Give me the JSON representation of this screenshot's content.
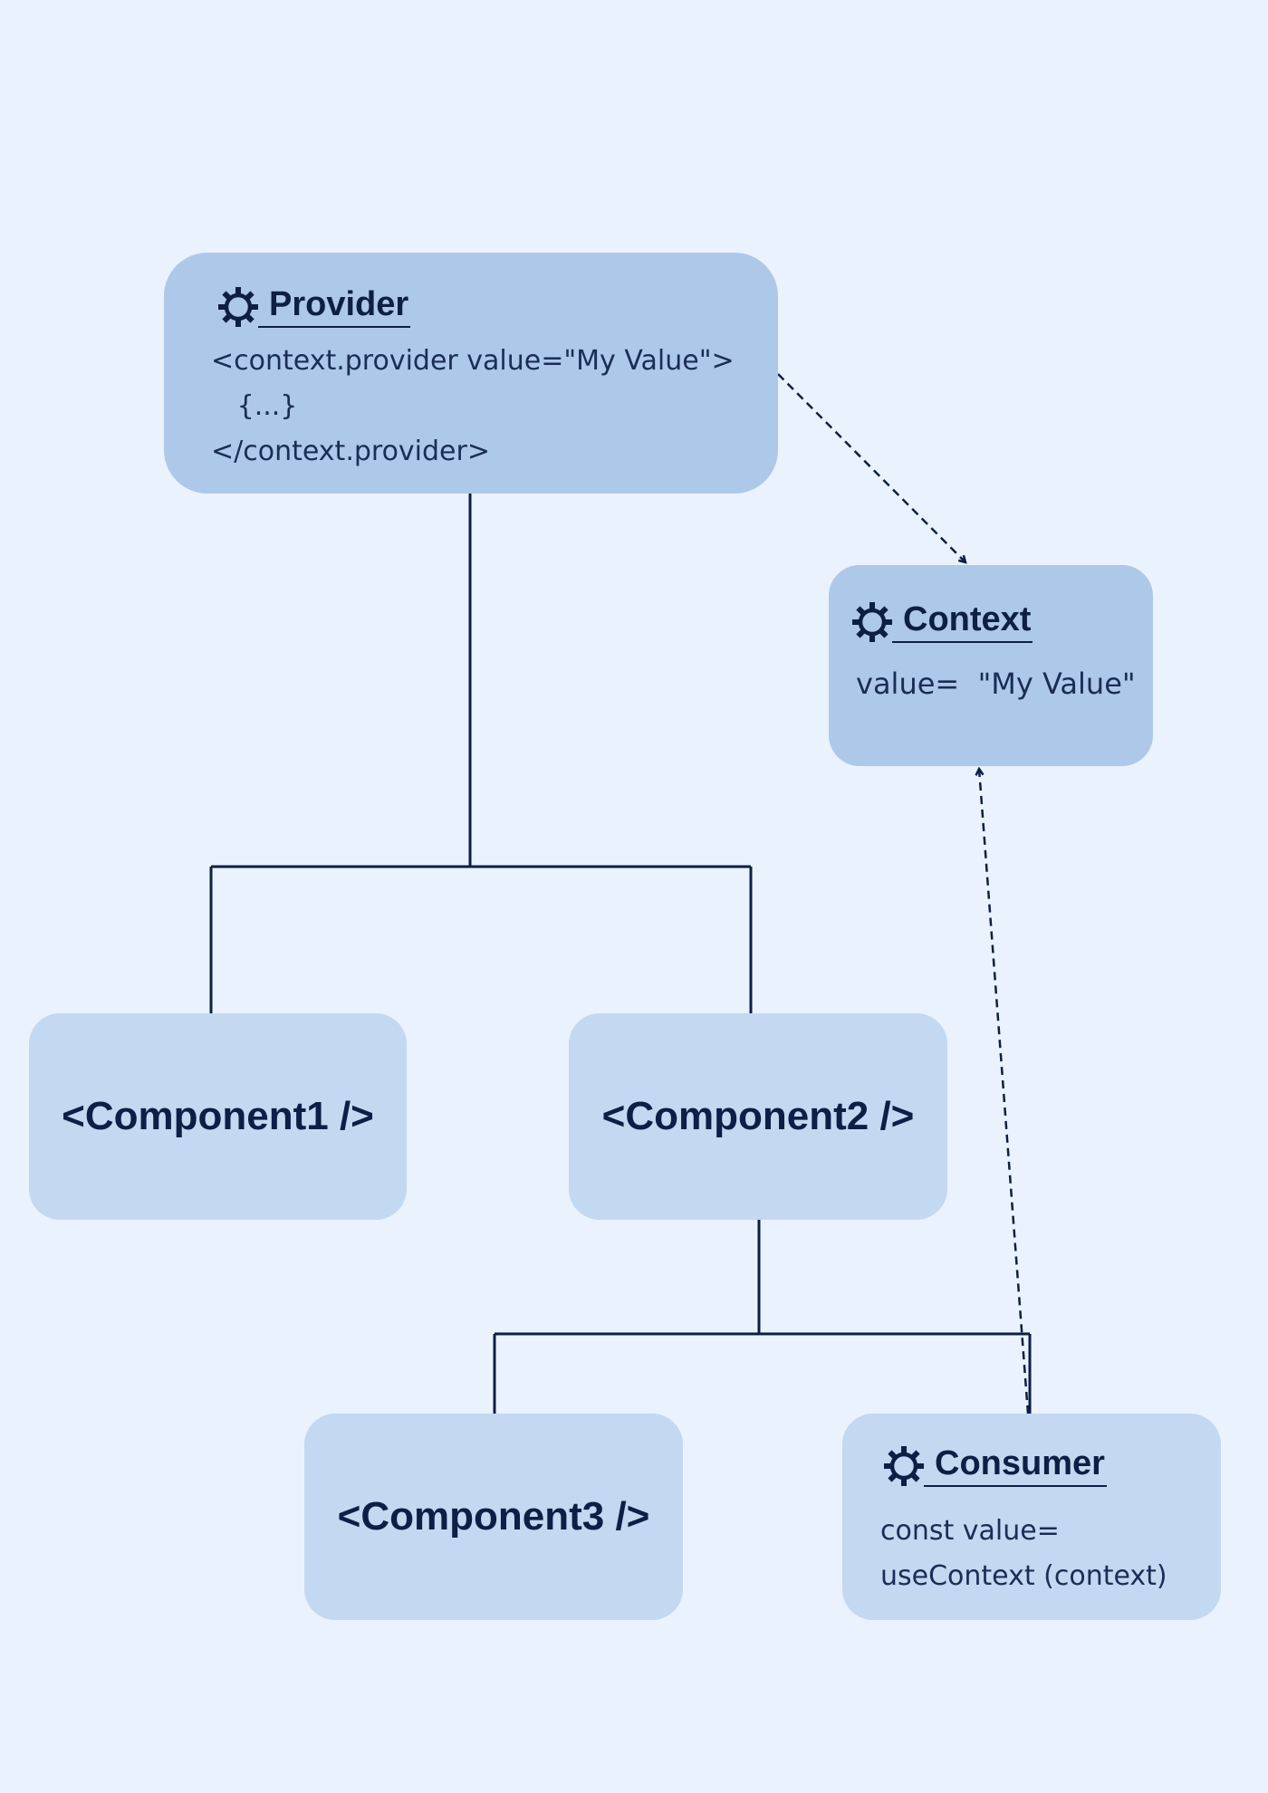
{
  "diagram": {
    "provider": {
      "icon": "gear-icon",
      "title": "Provider",
      "code_lines": [
        "<context.provider value=\"My Value\">",
        "   {...}",
        "</context.provider>"
      ]
    },
    "context": {
      "icon": "gear-icon",
      "title": "Context",
      "code_lines": [
        "value=  \"My Value\""
      ]
    },
    "component1": {
      "label": "<Component1 />"
    },
    "component2": {
      "label": "<Component2 />"
    },
    "component3": {
      "label": "<Component3 />"
    },
    "consumer": {
      "icon": "gear-icon",
      "title": "Consumer",
      "code_lines": [
        "const value=",
        "useContext (context)"
      ]
    },
    "colors": {
      "background": "#eaf2fd",
      "node_dark": "#aec8e9",
      "node_light": "#c3d8f1",
      "ink": "#0d1f44"
    }
  }
}
